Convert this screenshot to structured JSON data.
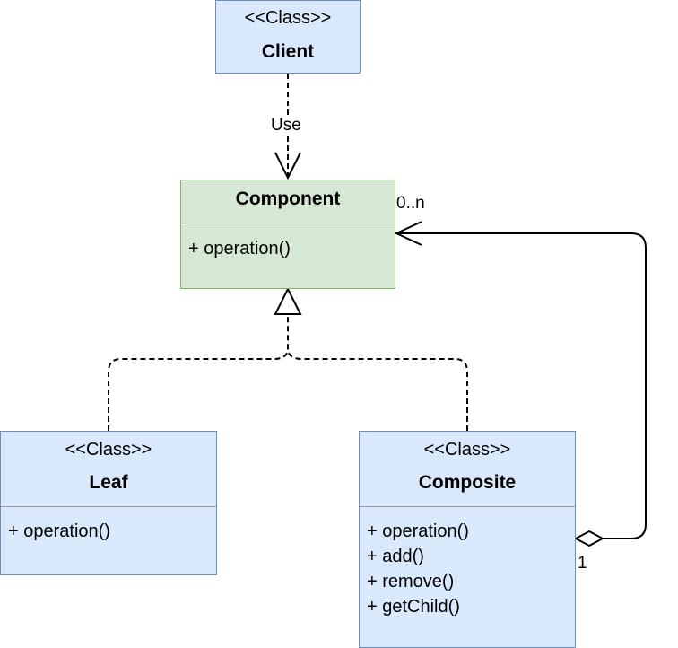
{
  "classes": {
    "client": {
      "stereotype": "<<Class>>",
      "name": "Client"
    },
    "component": {
      "name": "Component",
      "methods": [
        "+ operation()"
      ]
    },
    "leaf": {
      "stereotype": "<<Class>>",
      "name": "Leaf",
      "methods": [
        "+ operation()"
      ]
    },
    "composite": {
      "stereotype": "<<Class>>",
      "name": "Composite",
      "methods": [
        "+ operation()",
        "+ add()",
        "+ remove()",
        "+ getChild()"
      ]
    }
  },
  "relations": {
    "use_label": "Use",
    "aggregation_multiplicity_target": "0..n",
    "aggregation_multiplicity_source": "1"
  },
  "colors": {
    "class_fill": "#dae8fc",
    "class_stroke": "#6c8ebf",
    "interface_fill": "#d5e8d4",
    "interface_stroke": "#82b366",
    "line": "#000000"
  }
}
